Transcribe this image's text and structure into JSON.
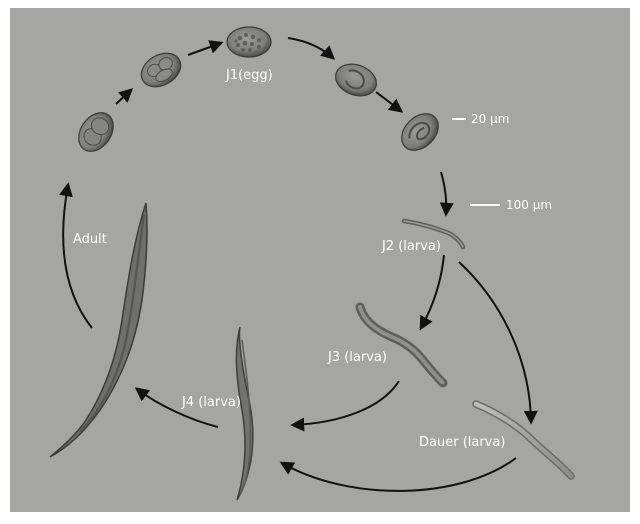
{
  "colors": {
    "background": "#a5a5a3",
    "frame": "#ffffff",
    "arrow": "#111111",
    "label_text": "#ffffff",
    "specimen": "#6f6f6c"
  },
  "stages": {
    "egg": "J1(egg)",
    "j2": "J2 (larva)",
    "j3": "J3 (larva)",
    "j4": "J4 (larva)",
    "dauer": "Dauer (larva)",
    "adult": "Adult"
  },
  "scale_bars": {
    "egg_scale": "20 µm",
    "larva_scale": "100 µm"
  }
}
